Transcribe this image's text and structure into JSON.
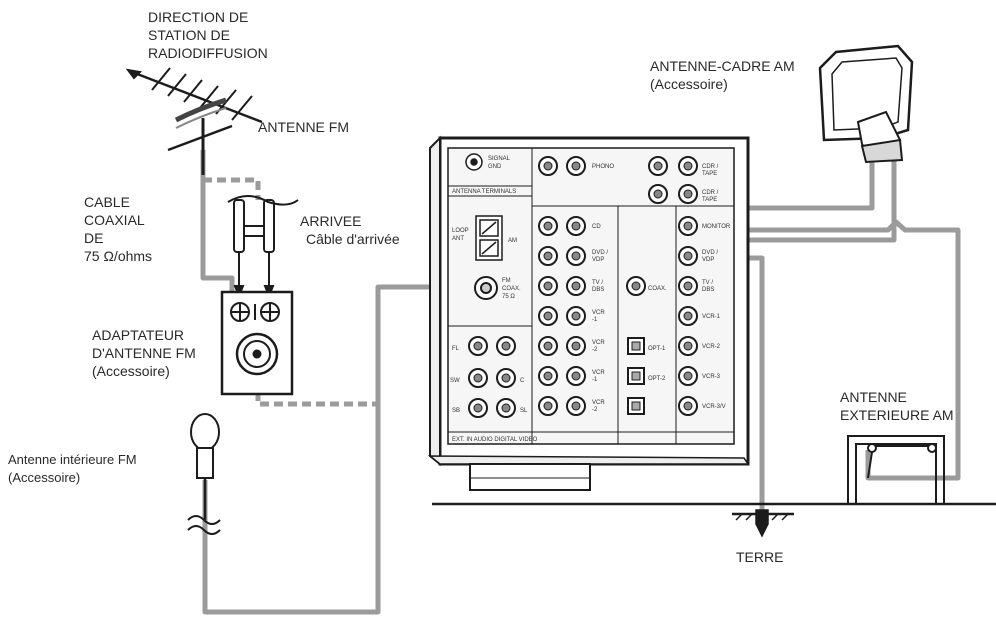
{
  "labels": {
    "direction": [
      "DIRECTION DE",
      "STATION DE",
      "RADIODIFFUSION"
    ],
    "fm_antenna": "ANTENNE FM",
    "coax_cable": [
      "CABLE",
      "COAXIAL",
      "DE",
      "75 Ω/ohms"
    ],
    "feeder": [
      "ARRIVEE",
      "Câble d'arrivée"
    ],
    "fm_adapter": [
      "ADAPTATEUR",
      "D'ANTENNE FM",
      "(Accessoire)"
    ],
    "indoor_fm": [
      "Antenne intérieure FM",
      "(Accessoire)"
    ],
    "am_loop": [
      "ANTENNE-CADRE AM",
      "(Accessoire)"
    ],
    "outdoor_am": [
      "ANTENNE",
      "EXTERIEURE AM"
    ],
    "ground": "TERRE"
  },
  "panel": {
    "signal_gnd": [
      "SIGNAL",
      "GND"
    ],
    "antenna_terminals": "ANTENNA TERMINALS",
    "loop_ant": [
      "LOOP",
      "ANT"
    ],
    "am": "AM",
    "fm_coax": [
      "FM",
      "COAX.",
      "75 Ω"
    ],
    "phono": "PHONO",
    "cd": "CD",
    "cdr_tape_1": [
      "CDR /",
      "TAPE"
    ],
    "cdr_tape_2": [
      "CDR /",
      "TAPE"
    ],
    "monitor": "MONITOR",
    "dvd_vdp_1": [
      "DVD /",
      "VDP"
    ],
    "dvd_vdp_2": [
      "DVD /",
      "VDP"
    ],
    "tv_dbs_1": [
      "TV /",
      "DBS"
    ],
    "tv_dbs_2": [
      "TV /",
      "DBS"
    ],
    "vcr1_audio": [
      "VCR",
      "-1"
    ],
    "vcr2_audio": [
      "VCR",
      "-2"
    ],
    "vcr1_b": [
      "VCR",
      "-1"
    ],
    "vcr2_b": [
      "VCR",
      "-2"
    ],
    "vcr1_video": "VCR-1",
    "vcr2_video": "VCR-2",
    "vcr3_video": "VCR-3",
    "vcr3_out": "VCR-3/V",
    "coax_digital": "COAX.",
    "opt1": "OPT-1",
    "opt2": "OPT-2",
    "ext_fl": "FL",
    "ext_sw": "SW",
    "ext_sb": "SB",
    "ext_c": "C",
    "ext_sl": "SL",
    "bottom_bar": "EXT. IN AUDIO  DIGITAL  VIDEO"
  },
  "colors": {
    "cable": "#9b9b9b",
    "line": "#1c1c1c",
    "panel": "#f6f6f6"
  }
}
